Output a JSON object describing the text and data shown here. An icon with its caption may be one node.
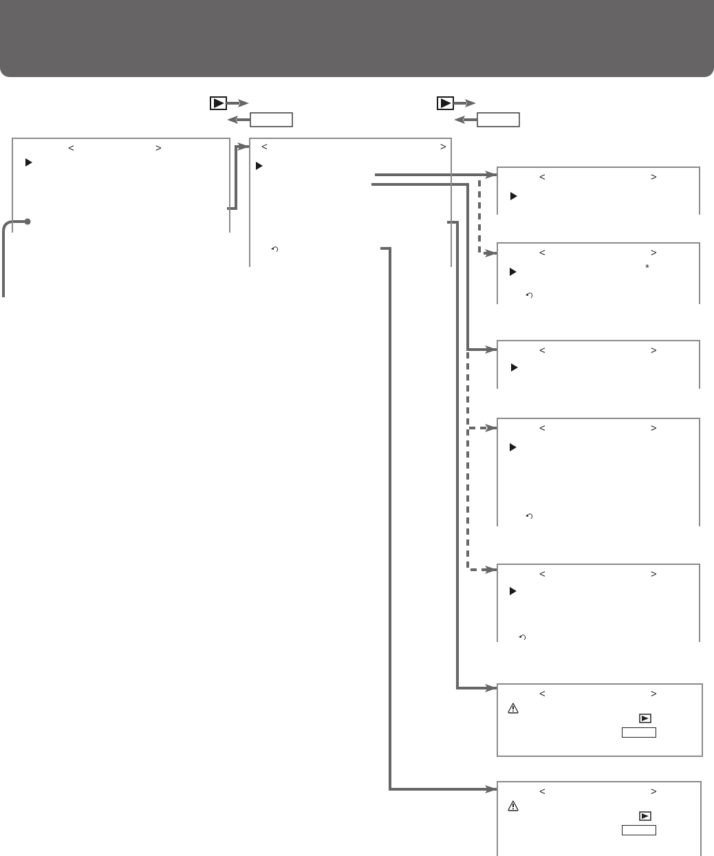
{
  "diagram": {
    "nodes": [
      {
        "text": [
          "<",
          ">"
        ]
      },
      {
        "text": [
          "<",
          ">"
        ]
      },
      {
        "text": [
          "<",
          ">"
        ]
      },
      {
        "text": [
          "<",
          ">",
          "*"
        ]
      },
      {
        "text": [
          "<",
          ">"
        ]
      },
      {
        "text": [
          "<",
          ">"
        ]
      },
      {
        "text": [
          "<",
          ">"
        ]
      },
      {
        "text": [
          "<",
          ">"
        ]
      },
      {
        "text": [
          "<",
          ">"
        ]
      }
    ],
    "edges": [
      {
        "from": 0,
        "to": 1,
        "arrow": "to"
      },
      {
        "from": 1,
        "to": 2,
        "arrow": "to"
      },
      {
        "from": 1,
        "to": 4,
        "arrow": "to"
      },
      {
        "from": 1,
        "to": 3,
        "arrow": "to",
        "style": "dashed"
      },
      {
        "from": 1,
        "to": 5,
        "arrow": "to",
        "style": "dashed"
      },
      {
        "from": 1,
        "to": 6,
        "arrow": "to",
        "style": "dashed"
      },
      {
        "from": 1,
        "to": 7,
        "arrow": "to"
      },
      {
        "from": 1,
        "to": 8,
        "arrow": "to"
      },
      {
        "from": 0,
        "to": null,
        "arrow": "other"
      }
    ]
  }
}
